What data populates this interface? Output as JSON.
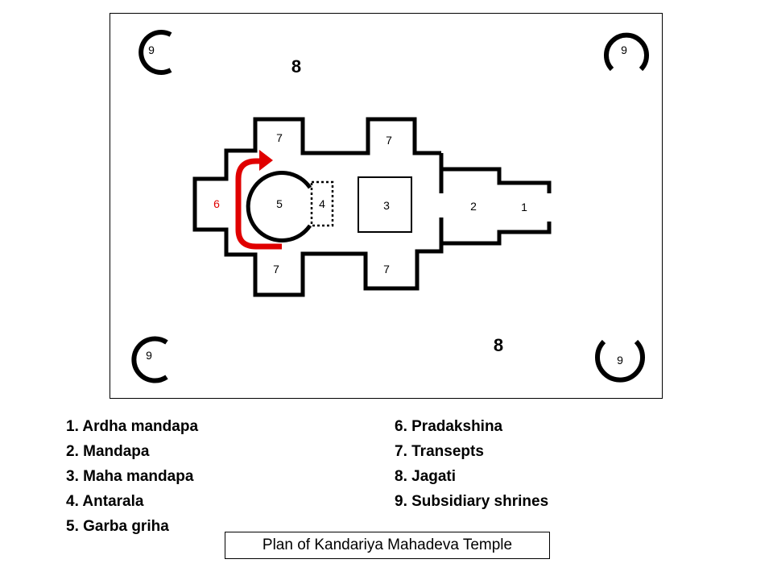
{
  "plan": {
    "labels": {
      "n1": "1",
      "n2": "2",
      "n3": "3",
      "n4": "4",
      "n5": "5",
      "n6": "6",
      "n7": "7",
      "n8": "8",
      "n9": "9"
    },
    "colors": {
      "pradakshina": "#e00000",
      "lines": "#000000"
    }
  },
  "legend": {
    "left": [
      "1. Ardha mandapa",
      "2. Mandapa",
      "3. Maha mandapa",
      "4. Antarala",
      "5. Garba griha"
    ],
    "right": [
      "6. Pradakshina",
      "7. Transepts",
      "8. Jagati",
      "9. Subsidiary shrines"
    ]
  },
  "caption": "Plan of Kandariya Mahadeva Temple"
}
